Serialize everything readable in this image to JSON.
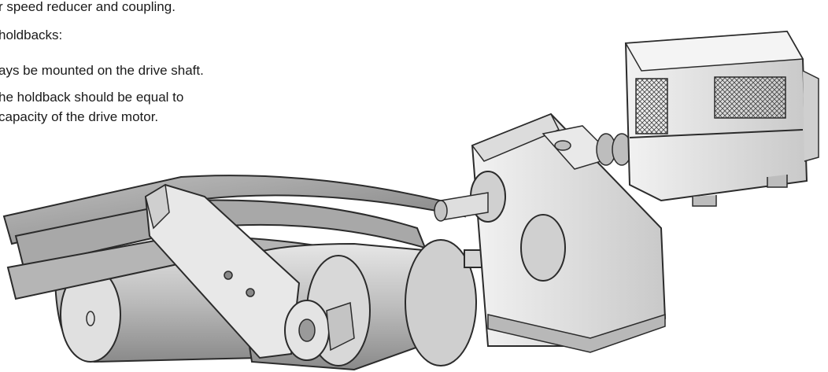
{
  "text": {
    "line1": "r speed reducer and coupling.",
    "line2": "holdbacks:",
    "line3": "ays be mounted on the drive shaft.",
    "line4": "he holdback should be equal to",
    "line5": "capacity of the drive motor."
  },
  "illustration": {
    "subject": "belt-conveyor-drive-assembly",
    "colors": {
      "outline": "#2b2b2b",
      "belt": "#9a9a9a",
      "pulley": "#c8c8c8",
      "metal": "#d9d9d9",
      "shadow": "#7a7a7a"
    }
  }
}
